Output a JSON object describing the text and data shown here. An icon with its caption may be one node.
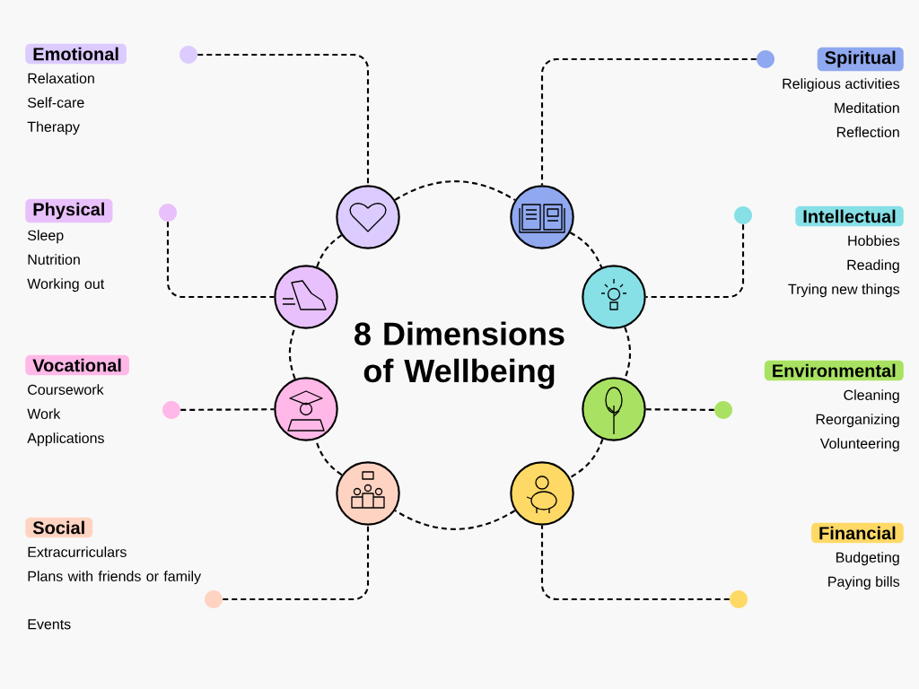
{
  "diagram": {
    "title": "8 Dimensions of Wellbeing",
    "nodes": [
      {
        "text": [
          "Emotional"
        ],
        "beside": [
          "Relaxation",
          "Self-care",
          "Therapy"
        ]
      },
      {
        "text": [
          "Spiritual"
        ],
        "beside": [
          "Religious activities",
          "Meditation",
          "Reflection"
        ]
      },
      {
        "text": [
          "Physical"
        ],
        "beside": [
          "Sleep",
          "Nutrition",
          "Working out"
        ]
      },
      {
        "text": [
          "Intellectual"
        ],
        "beside": [
          "Hobbies",
          "Reading",
          "Trying new things"
        ]
      },
      {
        "text": [
          "Vocational"
        ],
        "beside": [
          "Coursework",
          "Work",
          "Applications"
        ]
      },
      {
        "text": [
          "Environmental"
        ],
        "beside": [
          "Cleaning",
          "Reorganizing",
          "Volunteering"
        ]
      },
      {
        "text": [
          "Social"
        ],
        "beside": [
          "Extracurriculars",
          "Plans with friends or family",
          "Events"
        ]
      },
      {
        "text": [
          "Financial"
        ],
        "beside": [
          "Budgeting",
          "Paying bills"
        ]
      },
      {
        "text": [],
        "shape": "circle"
      },
      {
        "text": [],
        "shape": "circle"
      },
      {
        "text": [],
        "shape": "circle"
      },
      {
        "text": [],
        "shape": "circle"
      },
      {
        "text": [],
        "shape": "circle"
      },
      {
        "text": [],
        "shape": "circle"
      },
      {
        "text": [],
        "shape": "circle"
      },
      {
        "text": [],
        "shape": "circle"
      },
      {
        "text": [],
        "shape": "circle"
      },
      {
        "text": [],
        "shape": "circle"
      },
      {
        "text": [],
        "shape": "circle"
      },
      {
        "text": [],
        "shape": "circle"
      },
      {
        "text": [],
        "shape": "circle"
      },
      {
        "text": [],
        "shape": "circle"
      },
      {
        "text": [],
        "shape": "circle"
      },
      {
        "text": [],
        "shape": "circle"
      }
    ],
    "edges": [
      {
        "from": 8,
        "to": 16,
        "arrow": "none",
        "style": "dashed"
      },
      {
        "from": 9,
        "to": 17,
        "arrow": "none",
        "style": "dashed"
      },
      {
        "from": 10,
        "to": 18,
        "arrow": "none",
        "style": "dashed"
      },
      {
        "from": 11,
        "to": 19,
        "arrow": "none",
        "style": "dashed"
      },
      {
        "from": 12,
        "to": 20,
        "arrow": "none",
        "style": "dashed"
      },
      {
        "from": 13,
        "to": 21,
        "arrow": "none",
        "style": "dashed"
      },
      {
        "from": 14,
        "to": 22,
        "arrow": "none",
        "style": "dashed"
      },
      {
        "from": 15,
        "to": 23,
        "arrow": "none",
        "style": "dashed"
      },
      {
        "from": 16,
        "to": 17,
        "arrow": "none",
        "style": "dashed"
      },
      {
        "from": 17,
        "to": 19,
        "arrow": "none",
        "style": "dashed"
      },
      {
        "from": 19,
        "to": 21,
        "arrow": "none",
        "style": "dashed"
      },
      {
        "from": 21,
        "to": 23,
        "arrow": "none",
        "style": "dashed"
      },
      {
        "from": 23,
        "to": 22,
        "arrow": "none",
        "style": "dashed"
      },
      {
        "from": 22,
        "to": 20,
        "arrow": "none",
        "style": "dashed"
      },
      {
        "from": 20,
        "to": 18,
        "arrow": "none",
        "style": "dashed"
      },
      {
        "from": 18,
        "to": 16,
        "arrow": "none",
        "style": "dashed"
      }
    ]
  }
}
